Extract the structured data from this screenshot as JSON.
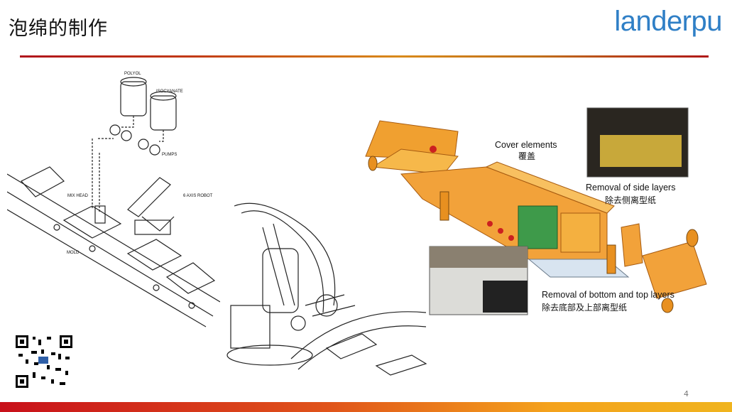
{
  "slide": {
    "title": "泡绵的制作",
    "logo_text": "landerpu",
    "page_number": "4"
  },
  "line_diagram": {
    "labels": {
      "polyol": "POLYOL",
      "isocyanate": "ISOCYANATE",
      "pumps": "PUMPS",
      "mix_head": "MIX HEAD",
      "robot": "6 AXIS ROBOT",
      "mold": "MOLD"
    }
  },
  "process_diagram": {
    "cover_en": "Cover elements",
    "cover_zh": "覆盖",
    "side_en": "Removal of side layers",
    "side_zh": "除去侧离型纸",
    "bottom_en": "Removal of bottom and top layers",
    "bottom_zh": "除去底部及上部离型纸"
  },
  "colors": {
    "accent_red": "#b0141c",
    "logo_blue": "#2f7fc6",
    "foam_orange": "#f2a23a"
  }
}
